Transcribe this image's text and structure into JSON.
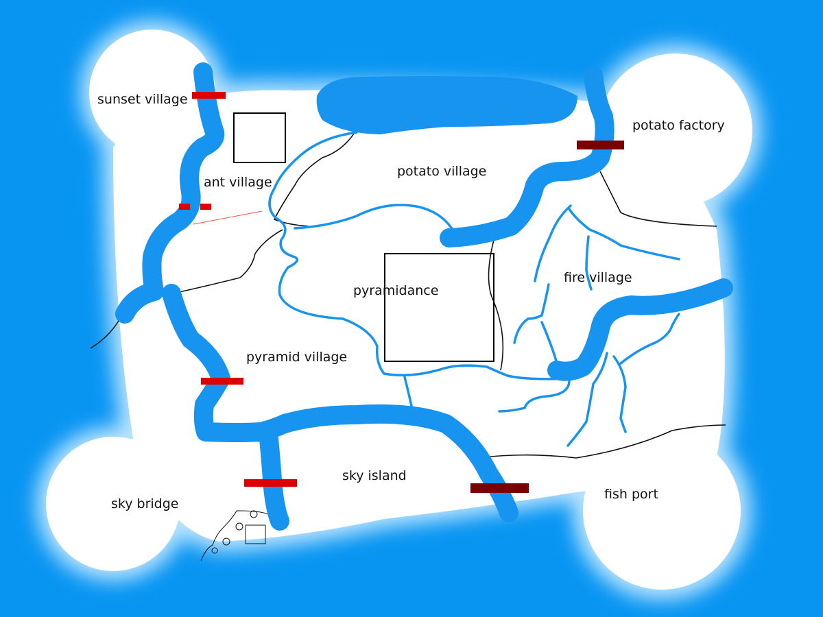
{
  "colors": {
    "sea": "#0895f2",
    "land": "#ffffff",
    "coast_glow": "#b9e3ff",
    "river": "#1793f0",
    "bridge_red": "#dc0000",
    "bridge_dark": "#7a0000",
    "road": "#111111",
    "path_red": "#ff4d4d",
    "building_outline": "#000000"
  },
  "places": [
    {
      "id": "sunset-village",
      "name": "sunset village"
    },
    {
      "id": "ant-village",
      "name": "ant village"
    },
    {
      "id": "potato-village",
      "name": "potato village"
    },
    {
      "id": "potato-factory",
      "name": "potato factory"
    },
    {
      "id": "pyramidance",
      "name": "pyramidance"
    },
    {
      "id": "fire-village",
      "name": "fire village"
    },
    {
      "id": "pyramid-village",
      "name": "pyramid village"
    },
    {
      "id": "sky-island",
      "name": "sky island"
    },
    {
      "id": "sky-bridge",
      "name": "sky bridge"
    },
    {
      "id": "fish-port",
      "name": "fish port"
    }
  ]
}
